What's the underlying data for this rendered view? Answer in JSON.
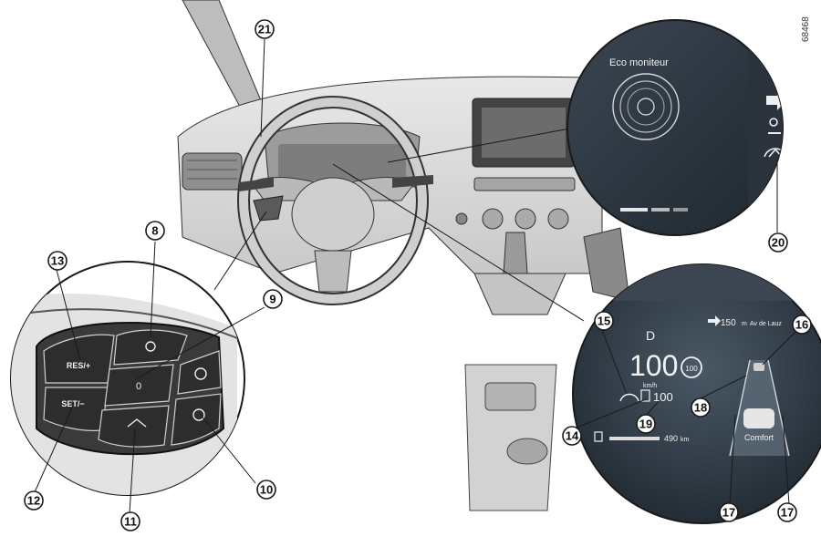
{
  "figure_id": "68468",
  "callouts": [
    "8",
    "9",
    "10",
    "11",
    "12",
    "13",
    "14",
    "15",
    "16",
    "17",
    "17",
    "18",
    "19",
    "20",
    "21"
  ],
  "steering_buttons": {
    "res_label": "RES/+",
    "set_label": "SET/−",
    "center_value": "0"
  },
  "eco_screen": {
    "title": "Eco moniteur"
  },
  "cluster": {
    "gear": "D",
    "speed": "100",
    "speed_unit": "km/h",
    "limit_sign": "100",
    "set_speed": "100",
    "nav_distance": "150",
    "nav_unit": "m",
    "nav_street": "Av de Lauz",
    "range_value": "490",
    "range_unit": "km",
    "drive_mode": "Comfort"
  },
  "colors": {
    "line": "#1a1a1a",
    "dash_fill": "#d9d9d9",
    "screen_bg": "#2b3540",
    "screen_text": "#f2f2f2"
  }
}
